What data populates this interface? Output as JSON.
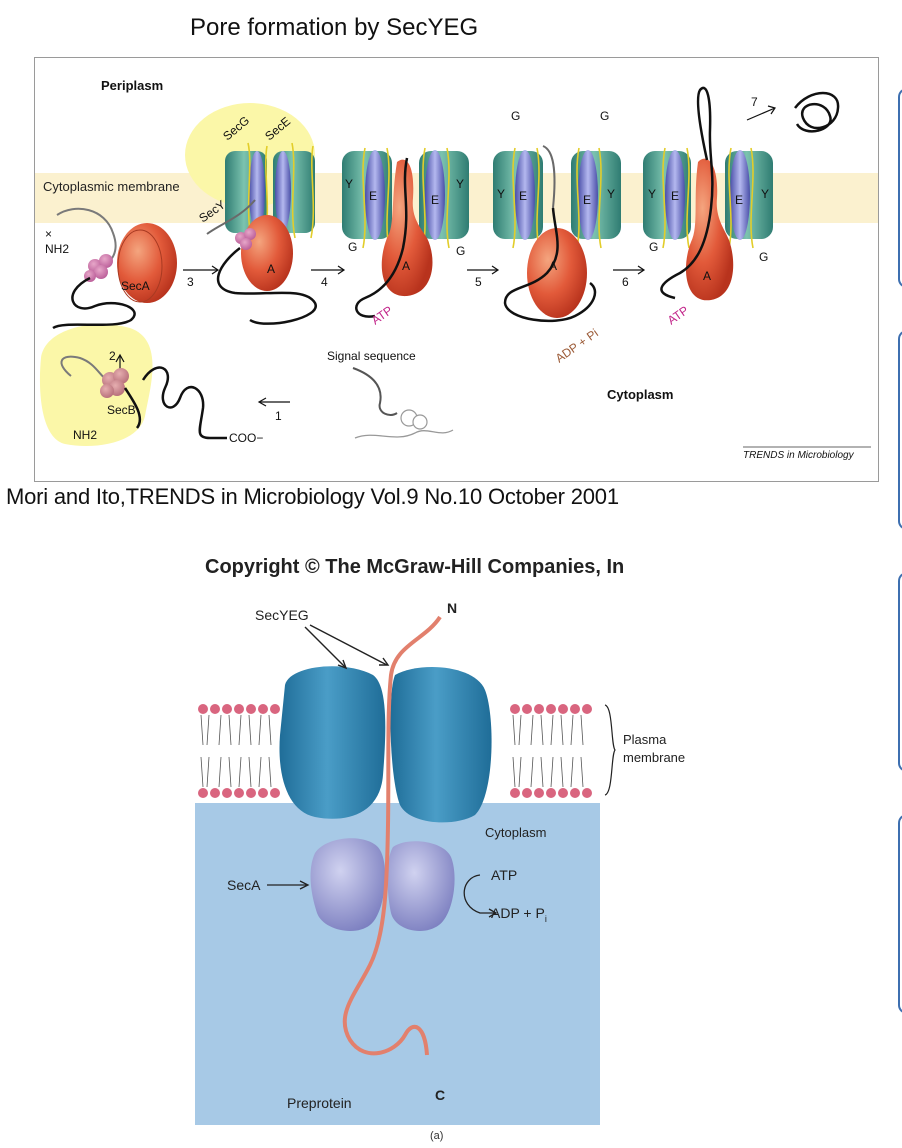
{
  "page": {
    "title": "Pore formation by SecYEG"
  },
  "figure_a": {
    "periplasm": "Periplasm",
    "membrane": "Cytoplasmic membrane",
    "cytoplasm": "Cytoplasm",
    "signal_sequence": "Signal sequence",
    "credit": "TRENDS in Microbiology",
    "sec_g": "SecG",
    "sec_e": "SecE",
    "sec_y": "SecY",
    "sec_a": "SecA",
    "sec_b": "SecB",
    "nh2": "NH2",
    "coo": "COO−",
    "x_mark": "×",
    "a": "A",
    "e": "E",
    "y": "Y",
    "g": "G",
    "atp": "ATP",
    "adp": "ADP + Pi",
    "steps": [
      "1",
      "2",
      "3",
      "4",
      "5",
      "6",
      "7"
    ]
  },
  "citation": "Mori and Ito,TRENDS in Microbiology Vol.9 No.10 October 2001",
  "figure_b": {
    "copyright": "Copyright © The McGraw-Hill Companies, In",
    "secyeg": "SecYEG",
    "n": "N",
    "c": "C",
    "plasma_membrane_1": "Plasma",
    "plasma_membrane_2": "membrane",
    "cytoplasm": "Cytoplasm",
    "seca": "SecA",
    "atp": "ATP",
    "adp": "ADP + P",
    "adp_sub": "i",
    "preprotein": "Preprotein",
    "panel": "(a)"
  },
  "colors": {
    "membrane_band": "#fbf1cf",
    "highlight_yellow": "#fbf7a8",
    "seca_red": "#de4b32",
    "secy_green": "#4f9a8c",
    "sece_blue": "#6f74c9",
    "secb_pink": "#c98290",
    "atp_magenta": "#c2258a",
    "adp_brown": "#9b5a36",
    "cytoplasm_blue": "#a7c9e6",
    "secyeg_blue": "#2d7ba7",
    "seca_lavender": "#a5a7d9",
    "preprotein_red": "#e2806d",
    "side_card_blue": "#3d6fb0"
  }
}
